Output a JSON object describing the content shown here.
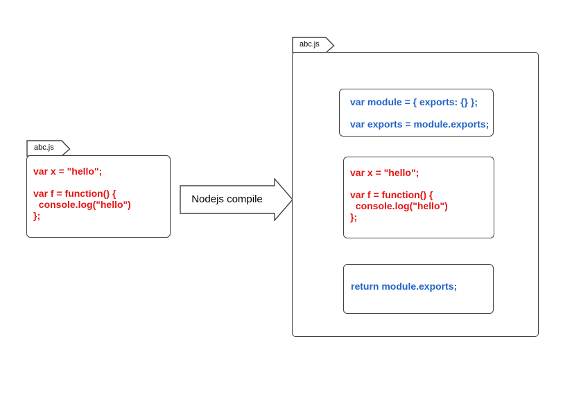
{
  "colors": {
    "outline": "#404040",
    "red_code": "#e41414",
    "blue_code": "#2264c8"
  },
  "source_module": {
    "tab_label": "abc.js",
    "color": "#e41414",
    "code": "var x = \"hello\";\n\nvar f = function() {\n  console.log(\"hello\")\n};"
  },
  "transform_arrow": {
    "label": "Nodejs compile"
  },
  "compiled_module": {
    "tab_label": "abc.js",
    "blocks": [
      {
        "name": "module-wrapper-init",
        "color": "#2264c8",
        "code": "var module = { exports: {} };\n\nvar exports = module.exports;"
      },
      {
        "name": "user-code",
        "color": "#e41414",
        "code": "var x = \"hello\";\n\nvar f = function() {\n  console.log(\"hello\")\n};"
      },
      {
        "name": "module-wrapper-return",
        "color": "#2264c8",
        "code": "return module.exports;"
      }
    ]
  }
}
